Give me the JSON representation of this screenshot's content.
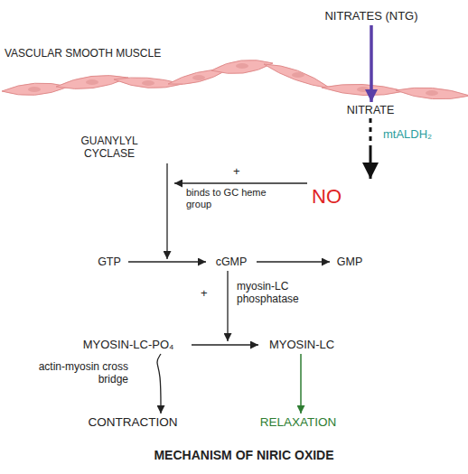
{
  "diagram": {
    "caption": "MECHANISM OF NIRIC OXIDE",
    "nodes": [
      {
        "text": [
          "NITRATES (NTG)"
        ]
      },
      {
        "text": [
          "NITRATE"
        ]
      },
      {
        "text": [
          "NO"
        ]
      },
      {
        "text": [
          "GUANYLYL CYCLASE"
        ]
      },
      {
        "text": [
          "GTP"
        ]
      },
      {
        "text": [
          "cGMP"
        ]
      },
      {
        "text": [
          "GMP"
        ]
      },
      {
        "text": [
          "MYOSIN-LC-PO₄"
        ]
      },
      {
        "text": [
          "MYOSIN-LC"
        ]
      },
      {
        "text": [
          "CONTRACTION"
        ]
      },
      {
        "text": [
          "RELAXATION"
        ]
      }
    ],
    "edges": [
      {
        "from": 0,
        "to": 1,
        "arrow": "to"
      },
      {
        "from": 1,
        "to": 2,
        "label": "mtALDH₂",
        "arrow": "to"
      },
      {
        "from": 2,
        "to": 3,
        "label": "binds to GC heme group",
        "arrow": "to"
      },
      {
        "from": 4,
        "to": 5,
        "arrow": "to"
      },
      {
        "from": 5,
        "to": 6,
        "arrow": "to"
      },
      {
        "from": 7,
        "to": 8,
        "arrow": "to"
      },
      {
        "from": 7,
        "to": 9,
        "label": "actin-myosin cross bridge",
        "arrow": "to"
      },
      {
        "from": 8,
        "to": 10,
        "arrow": "to"
      }
    ],
    "labels": [
      "VASCULAR SMOOTH MUSCLE",
      "+",
      "+",
      "myosin-LC phosphatase"
    ]
  }
}
